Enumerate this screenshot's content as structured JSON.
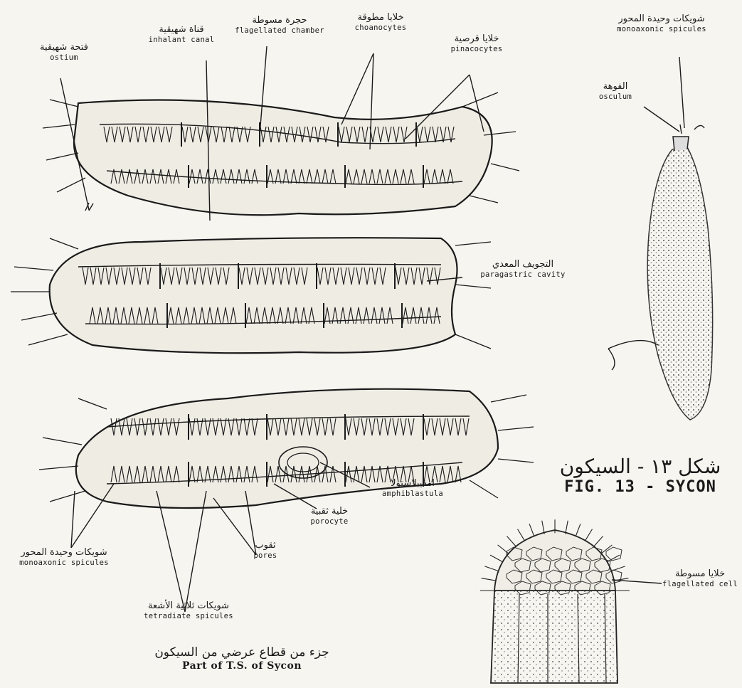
{
  "colors": {
    "ink": "#1a1a1a",
    "paper": "#f7f5f0",
    "stipple": "#6a6a6a"
  },
  "labels": {
    "ostium": {
      "ar": "فتحة شهيقية",
      "en": "ostium"
    },
    "inhalant_canal": {
      "ar": "قناة شهيقية",
      "en": "inhalant canal"
    },
    "flagellated_chamber": {
      "ar": "حجرة مسوطة",
      "en": "flagellated chamber"
    },
    "choanocytes": {
      "ar": "خلايا مطوقة",
      "en": "choanocytes"
    },
    "pinacocytes": {
      "ar": "خلايا قرصية",
      "en": "pinacocytes"
    },
    "paragastric_cavity": {
      "ar": "التجويف المعدي",
      "en": "paragastric cavity"
    },
    "amphiblastula": {
      "ar": "امفيبلاستولا",
      "en": "amphiblastula"
    },
    "porocyte": {
      "ar": "خلية ثقبية",
      "en": "porocyte"
    },
    "pores": {
      "ar": "ثقوب",
      "en": "pores"
    },
    "monoaxonic_left": {
      "ar": "شويكات وحيدة المحور",
      "en": "monoaxonic spicules"
    },
    "tetradiate": {
      "ar": "شويكات ثلاثية الأشعة",
      "en": "tetradiate spicules"
    },
    "monoaxonic_right": {
      "ar": "شويكات وحيدة المحور",
      "en": "monoaxonic spicules"
    },
    "osculum": {
      "ar": "الفوهة",
      "en": "osculum"
    },
    "flagellated_cell": {
      "ar": "خلايا مسوطة",
      "en": "flagellated cell"
    }
  },
  "figure": {
    "title_ar": "شكل ١٣ - السيكون",
    "title_en": "FIG. 13 - SYCON"
  },
  "caption": {
    "ar": "جزء من قطاع عرضي من السيكون",
    "en": "Part of T.S. of Sycon"
  }
}
